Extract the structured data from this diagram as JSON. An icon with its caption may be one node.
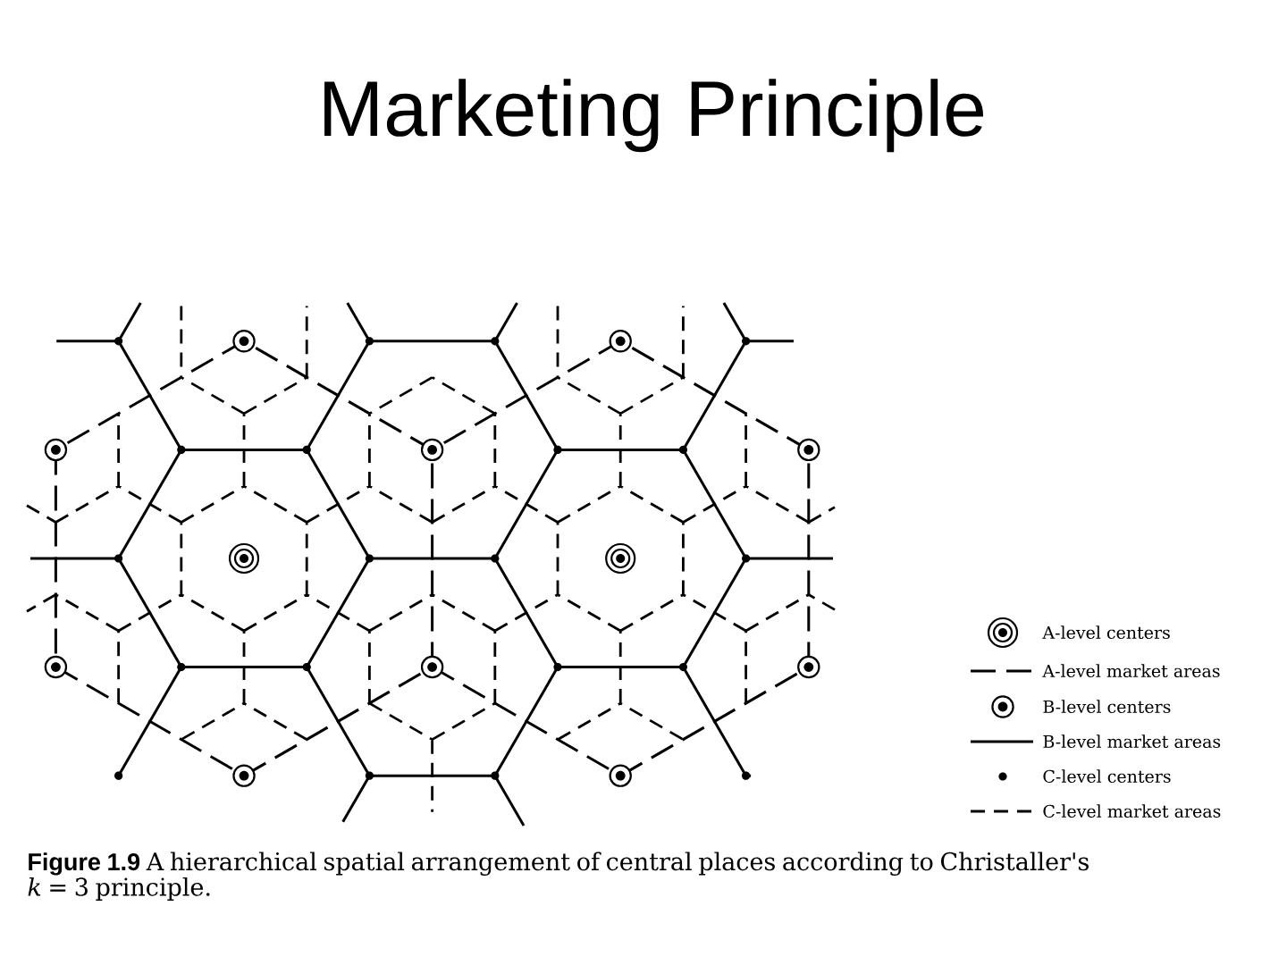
{
  "diagram": {
    "title": "Marketing Principle",
    "caption": "**Figure 1.9** A hierarchical spatial arrangement of central places according to Christaller's *k* = 3 principle.",
    "legend": [
      {
        "text": "A-level centers"
      },
      {
        "text": "A-level market areas"
      },
      {
        "text": "B-level centers"
      },
      {
        "text": "B-level market areas"
      },
      {
        "text": "C-level centers"
      },
      {
        "text": "C-level market areas"
      }
    ]
  }
}
